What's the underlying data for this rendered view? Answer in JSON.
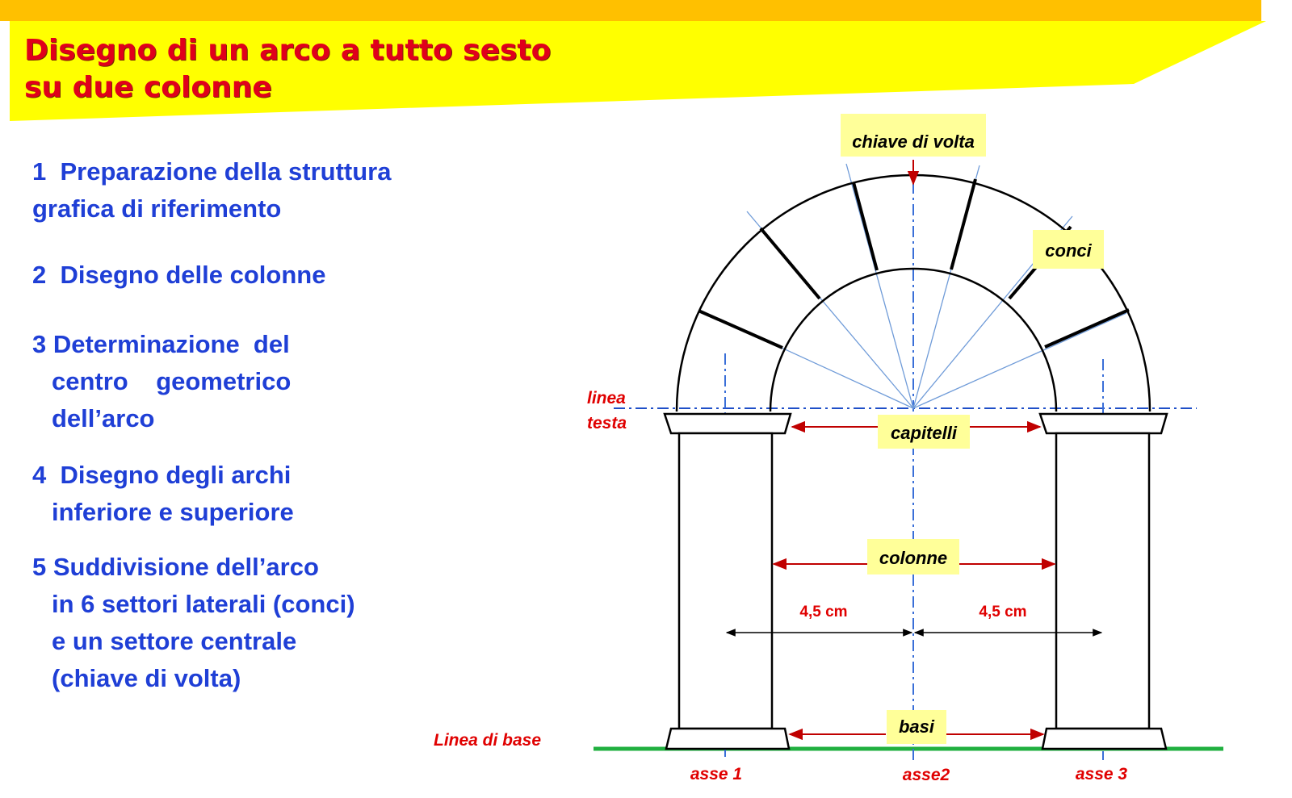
{
  "header": {
    "title_line1": "Disegno di un arco a tutto sesto",
    "title_line2": "su due colonne"
  },
  "steps": [
    {
      "lines": [
        "1  Preparazione della struttura",
        "grafica di riferimento"
      ]
    },
    {
      "lines": [
        "2  Disegno delle colonne"
      ]
    },
    {
      "lines": [
        "3 Determinazione  del",
        "centro    geometrico",
        "dell’arco"
      ]
    },
    {
      "lines": [
        "4  Disegno degli archi",
        "inferiore e superiore"
      ]
    },
    {
      "lines": [
        "5 Suddivisione dell’arco",
        "in 6 settori laterali (conci)",
        "e un settore centrale",
        "(chiave di volta)"
      ]
    }
  ],
  "diagram": {
    "labels": {
      "chiave_di_volta": "chiave di volta",
      "conci": "conci",
      "capitelli": "capitelli",
      "colonne": "colonne",
      "basi": "basi",
      "linea_testa_1": "linea",
      "linea_testa_2": "testa",
      "linea_di_base": "Linea di base",
      "dim_left": "4,5 cm",
      "dim_right": "4,5 cm",
      "asse1": "asse 1",
      "asse2": "asse2",
      "asse3": "asse 3"
    }
  },
  "colors": {
    "banner_orange": "#ffc000",
    "banner_yellow": "#ffff00",
    "title_red": "#e0001b",
    "text_blue": "#1f3fd6",
    "label_red": "#e00000",
    "label_box": "#ffff99",
    "axis_blue": "#3a6fd8",
    "ray_blue": "#6f9bd8",
    "dim_red": "#c00000",
    "base_green": "#20b040"
  }
}
